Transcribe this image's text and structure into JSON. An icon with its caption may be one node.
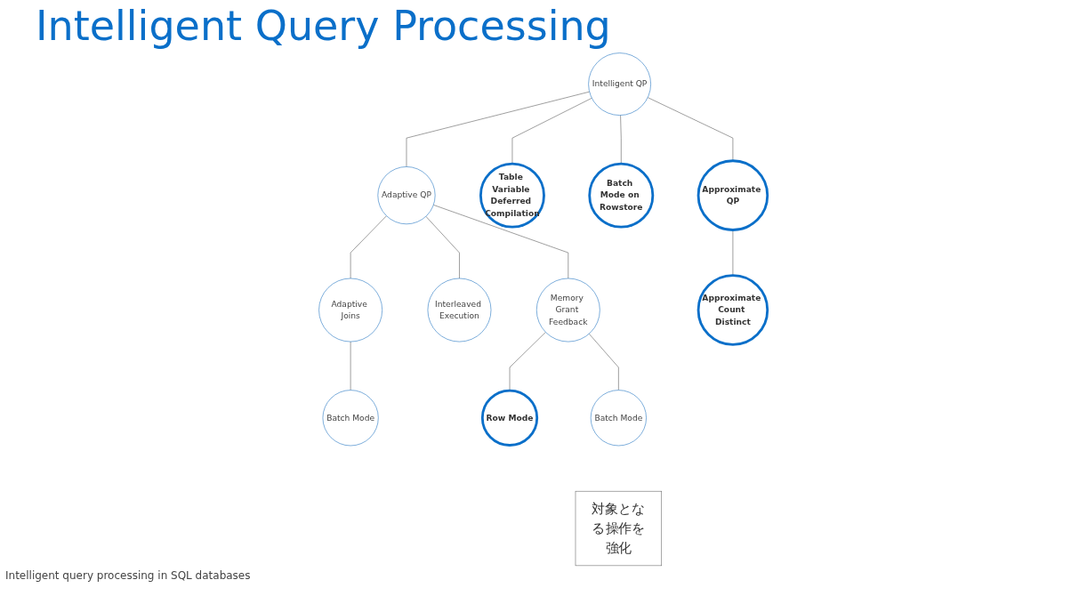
{
  "diagram": {
    "title": "Intelligent Query Processing",
    "caption": "Intelligent query processing in SQL databases",
    "nodes": [
      {
        "text": [
          "Intelligent QP"
        ]
      },
      {
        "text": [
          "Adaptive QP"
        ]
      },
      {
        "text": [
          "Table Variable Deferred Compilation"
        ]
      },
      {
        "text": [
          "Batch Mode on Rowstore"
        ]
      },
      {
        "text": [
          "Approximate QP"
        ]
      },
      {
        "text": [
          "Adaptive Joins"
        ]
      },
      {
        "text": [
          "Interleaved Execution"
        ]
      },
      {
        "text": [
          "Memory Grant Feedback"
        ]
      },
      {
        "text": [
          "Approximate Count Distinct"
        ]
      },
      {
        "text": [
          "Batch Mode"
        ]
      },
      {
        "text": [
          "Row Mode"
        ]
      },
      {
        "text": [
          "Batch Mode"
        ]
      },
      {
        "text": [
          "対象となる操作を強化"
        ]
      }
    ],
    "edges": [
      {
        "from": 0,
        "to": 1,
        "arrow": "none"
      },
      {
        "from": 0,
        "to": 2,
        "arrow": "none"
      },
      {
        "from": 0,
        "to": 3,
        "arrow": "none"
      },
      {
        "from": 0,
        "to": 4,
        "arrow": "none"
      },
      {
        "from": 1,
        "to": 5,
        "arrow": "none"
      },
      {
        "from": 1,
        "to": 6,
        "arrow": "none"
      },
      {
        "from": 1,
        "to": 7,
        "arrow": "none"
      },
      {
        "from": 4,
        "to": 8,
        "arrow": "none"
      },
      {
        "from": 5,
        "to": 9,
        "arrow": "none"
      },
      {
        "from": 7,
        "to": 10,
        "arrow": "none"
      },
      {
        "from": 7,
        "to": 11,
        "arrow": "none"
      }
    ]
  }
}
